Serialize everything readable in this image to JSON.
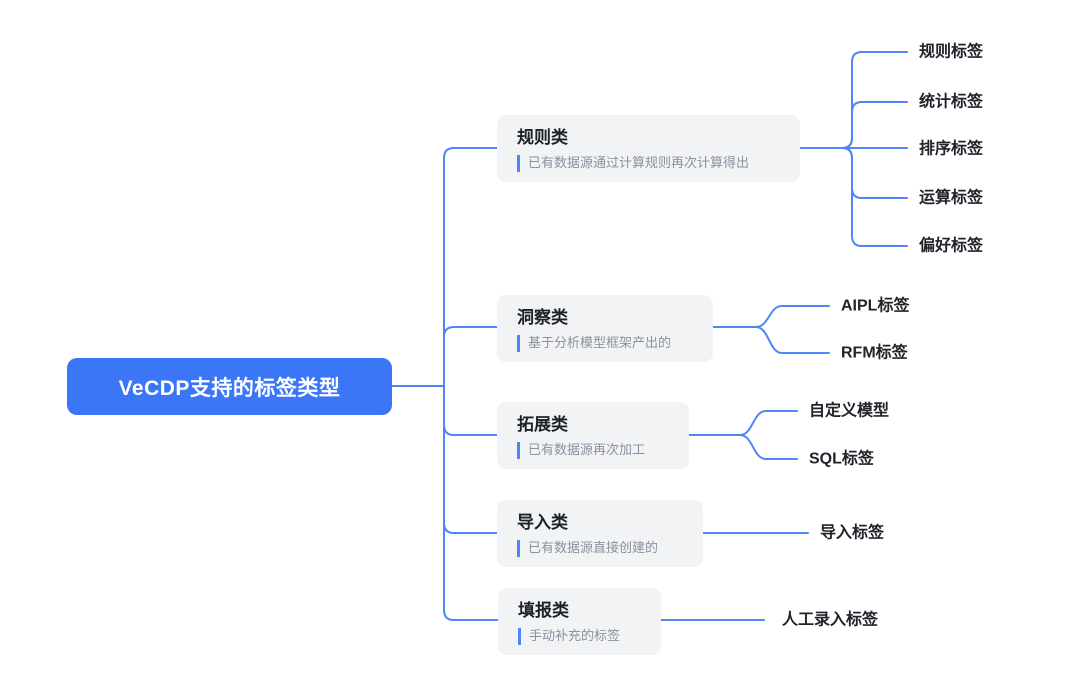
{
  "root": {
    "label": "VeCDP支持的标签类型"
  },
  "branches": [
    {
      "id": "rule",
      "title": "规则类",
      "subtitle": "已有数据源通过计算规则再次计算得出",
      "children": [
        "规则标签",
        "统计标签",
        "排序标签",
        "运算标签",
        "偏好标签"
      ]
    },
    {
      "id": "insight",
      "title": "洞察类",
      "subtitle": "基于分析模型框架产出的",
      "children": [
        "AIPL标签",
        "RFM标签"
      ]
    },
    {
      "id": "extension",
      "title": "拓展类",
      "subtitle": "已有数据源再次加工",
      "children": [
        "自定义模型",
        "SQL标签"
      ]
    },
    {
      "id": "import",
      "title": "导入类",
      "subtitle": "已有数据源直接创建的",
      "children": [
        "导入标签"
      ]
    },
    {
      "id": "manual",
      "title": "填报类",
      "subtitle": "手动补充的标签",
      "children": [
        "人工录入标签"
      ]
    }
  ],
  "colors": {
    "accent": "#3B76F6",
    "line": "#4E86F8",
    "nodeBg": "#F2F3F5",
    "titleColor": "#1D2129",
    "subtitleColor": "#8A919F",
    "leafColor": "#20242A"
  }
}
